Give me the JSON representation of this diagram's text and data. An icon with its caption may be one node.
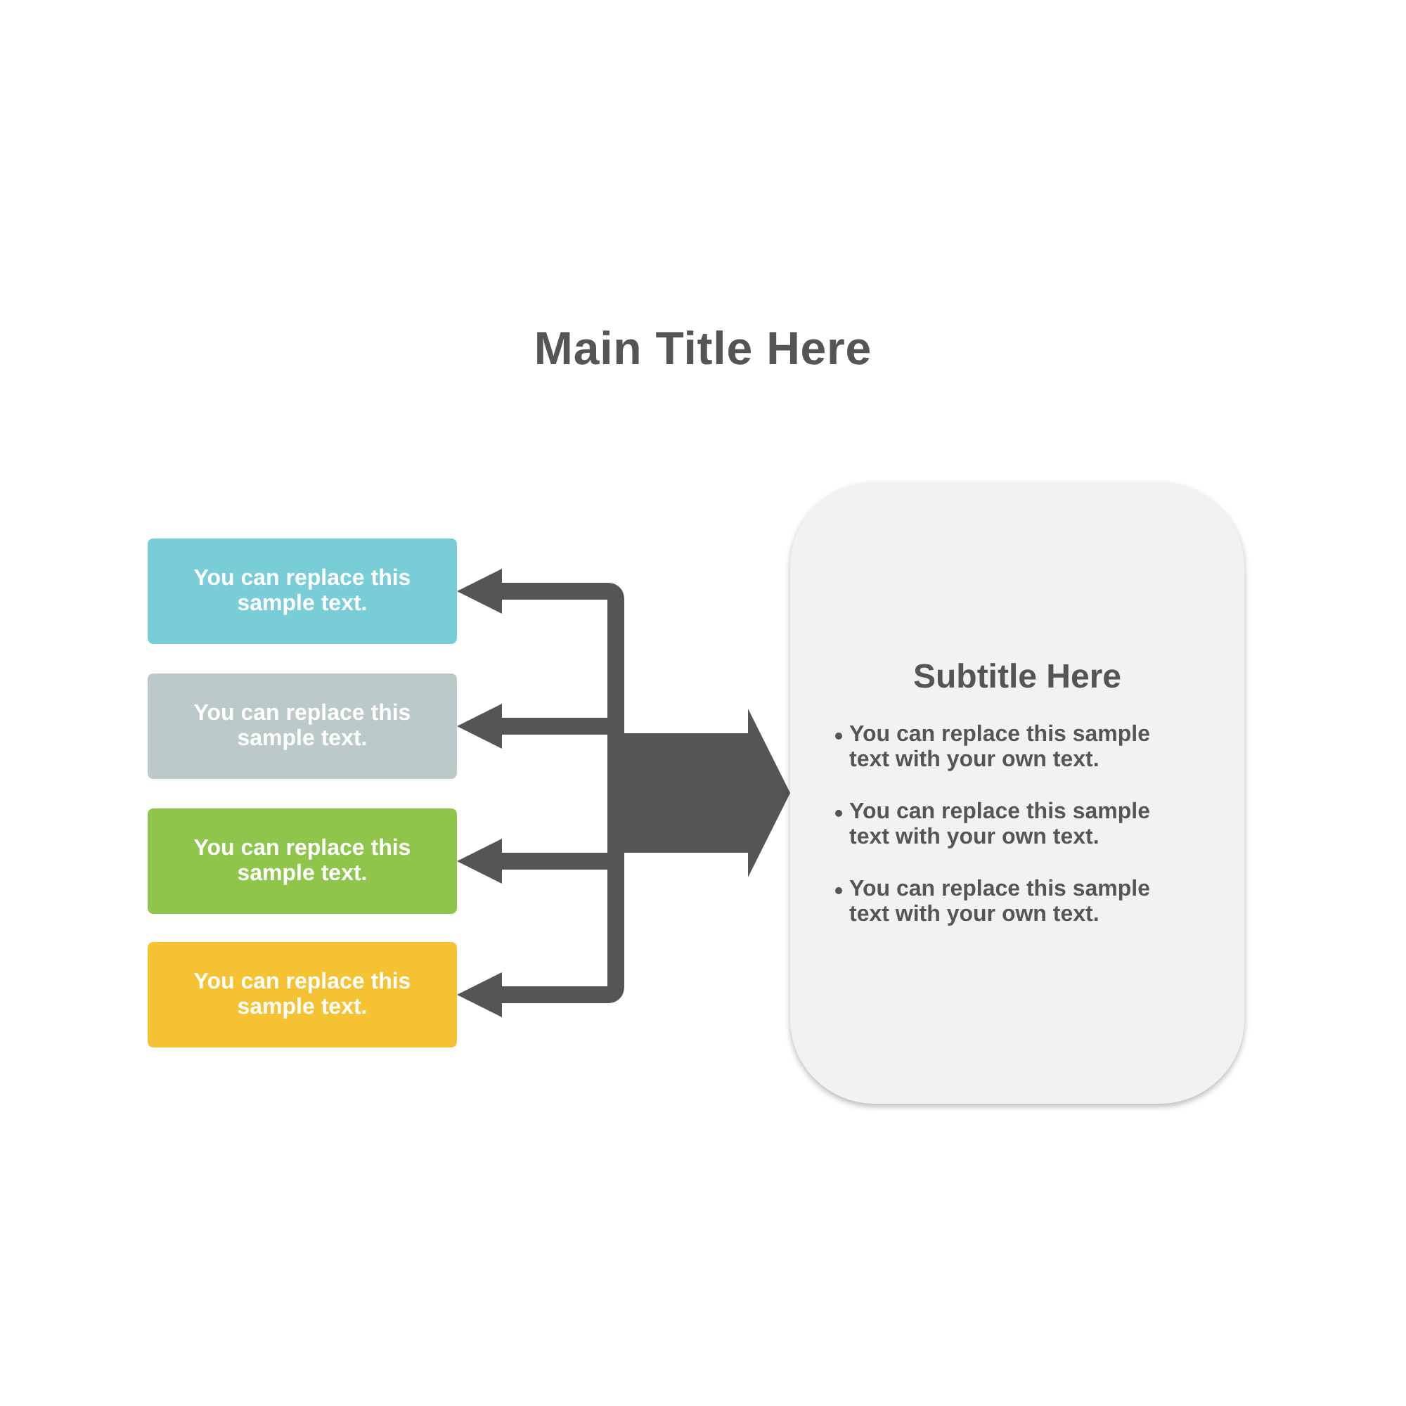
{
  "diagram": {
    "title": "Main Title Here",
    "nodes": [
      {
        "text": [
          "You can replace this sample text."
        ]
      },
      {
        "text": [
          "You can replace this sample text."
        ]
      },
      {
        "text": [
          "You can replace this sample text."
        ]
      },
      {
        "text": [
          "You can replace this sample text."
        ]
      },
      {
        "text": [
          "Subtitle Here",
          "You can replace this sample text with your own text.",
          "You can replace this sample text with your own text.",
          "You can replace this sample text with your own text."
        ]
      }
    ],
    "edges": [
      {
        "from": 0,
        "to": 4,
        "arrow": "both"
      },
      {
        "from": 1,
        "to": 4,
        "arrow": "both"
      },
      {
        "from": 2,
        "to": 4,
        "arrow": "both"
      },
      {
        "from": 3,
        "to": 4,
        "arrow": "both"
      }
    ]
  }
}
